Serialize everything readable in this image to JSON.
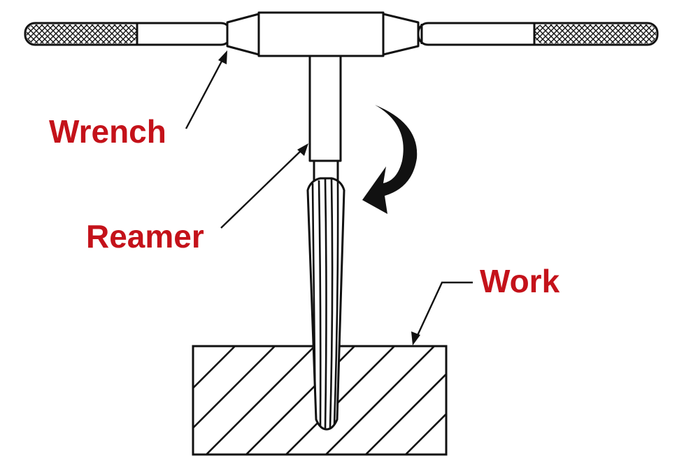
{
  "labels": {
    "wrench": "Wrench",
    "reamer": "Reamer",
    "work": "Work"
  },
  "colors": {
    "label": "#c4121a",
    "outline": "#111111",
    "background": "#ffffff"
  },
  "icons": {
    "rotation": "curved-rotation-arrow-icon"
  }
}
